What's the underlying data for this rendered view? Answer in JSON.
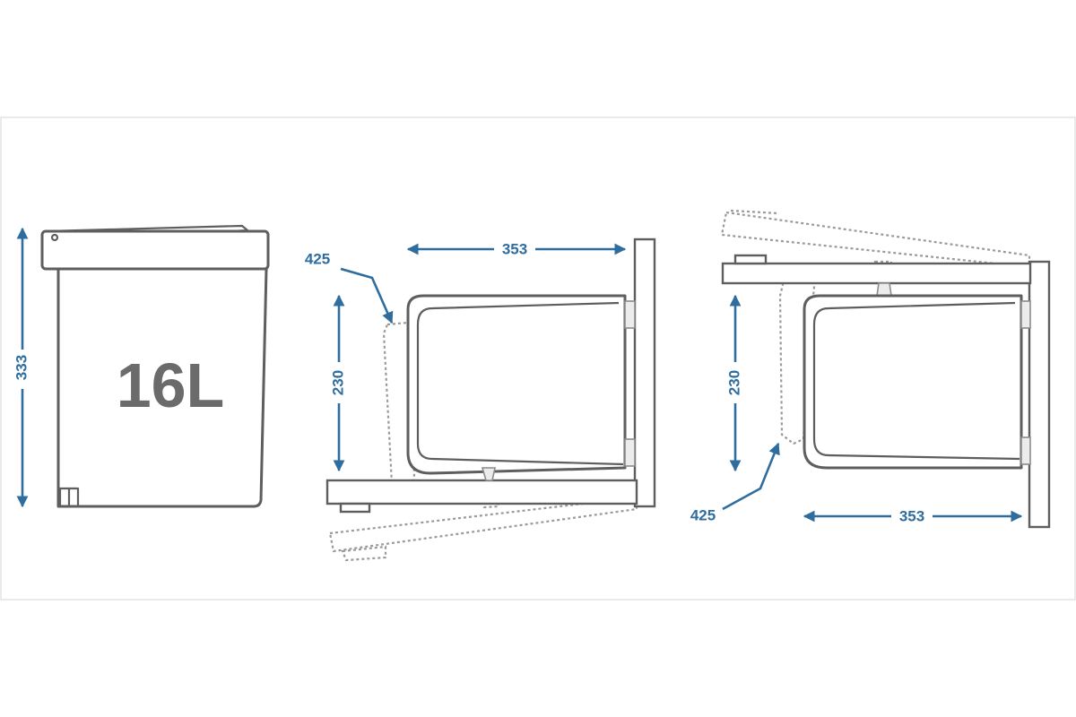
{
  "capacity_label": "16L",
  "colors": {
    "outline": "#5e5e5e",
    "dimension": "#2f6d9e",
    "ghost": "#9a9a9a",
    "frame": "#d4d4d4"
  },
  "front_view": {
    "height_label": "333"
  },
  "side_view_left": {
    "depth_label": "353",
    "height_label": "230",
    "swing_label": "425"
  },
  "side_view_right": {
    "depth_label": "353",
    "height_label": "230",
    "swing_label": "425"
  }
}
